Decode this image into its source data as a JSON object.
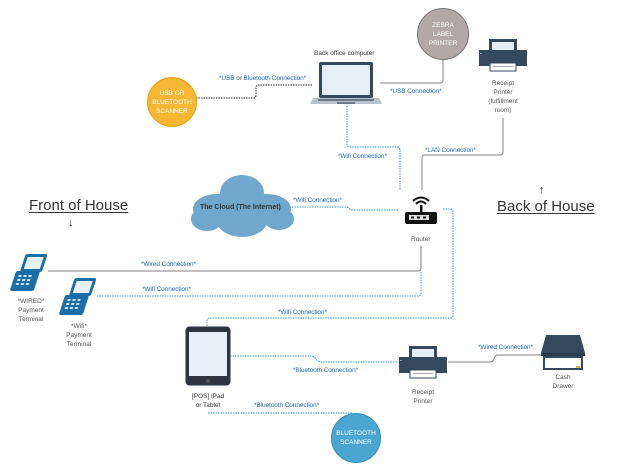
{
  "sections": {
    "front": {
      "title": "Front of House",
      "arrow": "↓"
    },
    "back": {
      "title": "Back of House",
      "arrow": "↑"
    }
  },
  "devices": {
    "back_office_computer": "Back office computer",
    "zebra_printer": {
      "line1": "ZEBRA",
      "line2": "LABEL",
      "line3": "PRINTER",
      "color": "#b3a8a8"
    },
    "receipt_printer_fulfillment": {
      "line1": "Receipt",
      "line2": "Printer",
      "line3": "(fulfillment",
      "line4": "room)"
    },
    "usb_bt_scanner": {
      "line1": "USB OR",
      "line2": "BLUETOOTH",
      "line3": "SCANNER",
      "color": "#f5b731"
    },
    "cloud": {
      "label": "The Cloud (The Internet)",
      "color": "#6fa8cc"
    },
    "router": "Router",
    "wired_terminal": {
      "line1": "*WIRED*",
      "line2": "Payment",
      "line3": "Terminal"
    },
    "wifi_terminal": {
      "line1": "*Wifi*",
      "line2": "Payment",
      "line3": "Terminal"
    },
    "pos_ipad": {
      "line1": "[POS] iPad",
      "line2": "or Tablet"
    },
    "receipt_printer": {
      "line1": "Receipt",
      "line2": "Printer"
    },
    "cash_drawer": {
      "line1": "Cash",
      "line2": "Drawer"
    },
    "bt_scanner": {
      "line1": "BLUETOOTH",
      "line2": "SCANNER",
      "color": "#4aa6d0"
    }
  },
  "connections": {
    "scanner_to_computer": "*USB or Bluetooth Connection*",
    "computer_to_zebra": "*USB Connection*",
    "computer_to_router": "*Wifi Connection*",
    "router_to_fulfillment_printer": "*LAN Connection*",
    "cloud_to_router": "*Wifi Connection*",
    "wired_terminal_to_router": "*Wired Connection*",
    "wifi_terminal_to_router": "*Wifi Connection*",
    "ipad_to_router": "*Wifi Connection*",
    "ipad_to_receipt_printer": "*Bluetooth Connection*",
    "printer_to_cash_drawer": "*Wired Connection*",
    "ipad_to_bt_scanner": "*Bluetooth Connection*"
  },
  "colors": {
    "wired": "#9a9a9a",
    "wireless": "#3a9ad6",
    "usb_bt": "#555555",
    "device_dark": "#34495e",
    "terminal_blue": "#1b6ea8"
  }
}
